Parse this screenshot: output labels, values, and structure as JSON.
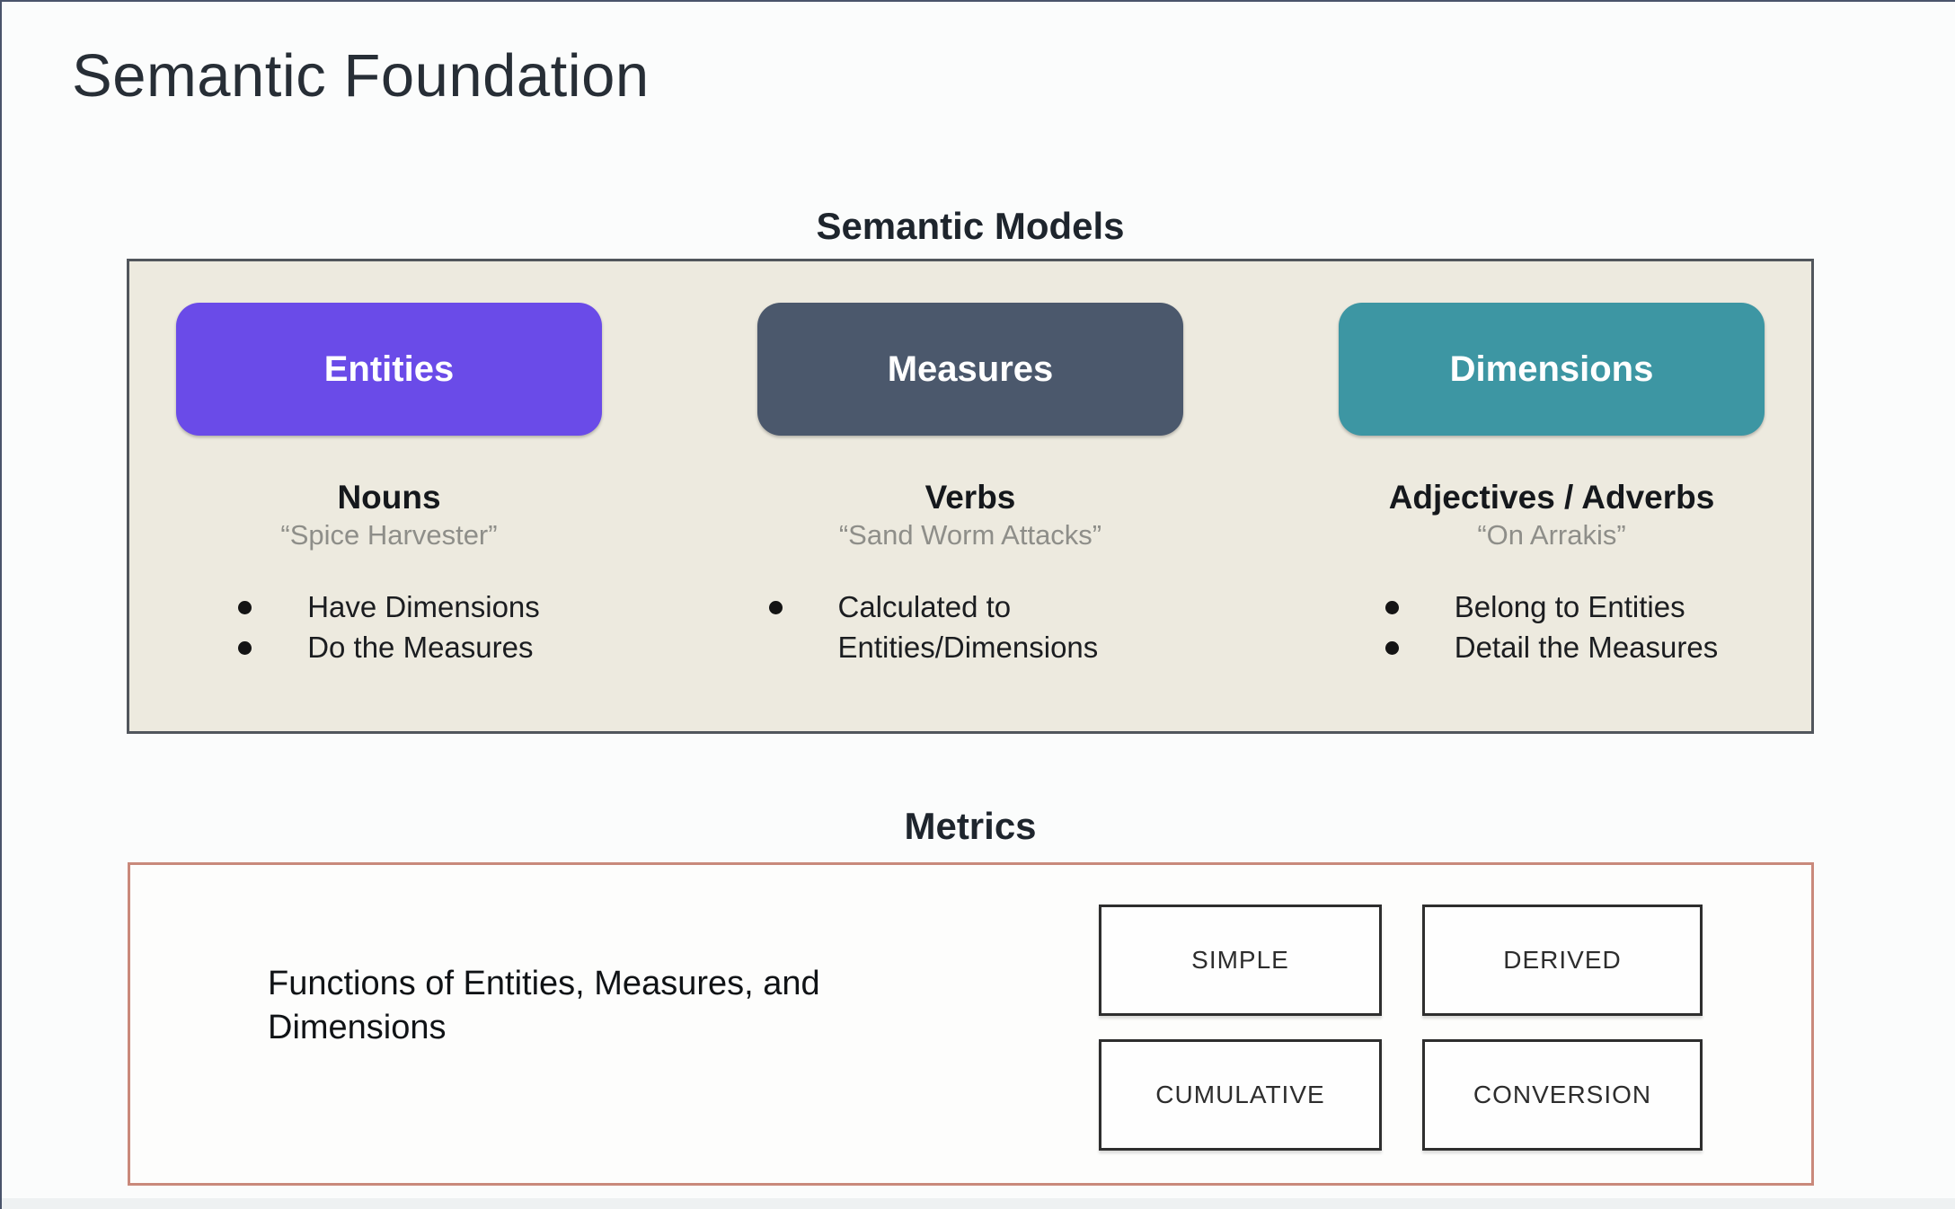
{
  "page": {
    "title": "Semantic Foundation"
  },
  "semantic_models": {
    "title": "Semantic Models",
    "panel_bg": "#edeadf",
    "columns": [
      {
        "button": "Entities",
        "color": "#6a4be8",
        "heading": "Nouns",
        "quote": "“Spice Harvester”",
        "bullets": [
          "Have Dimensions",
          "Do the Measures"
        ]
      },
      {
        "button": "Measures",
        "color": "#4b586c",
        "heading": "Verbs",
        "quote": "“Sand Worm Attacks”",
        "bullets": [
          "Calculated to Entities/Dimensions"
        ]
      },
      {
        "button": "Dimensions",
        "color": "#3d96a3",
        "heading": "Adjectives / Adverbs",
        "quote": "“On Arrakis”",
        "bullets": [
          "Belong to Entities",
          "Detail the Measures"
        ]
      }
    ]
  },
  "metrics": {
    "title": "Metrics",
    "border_color": "#c9897b",
    "description": "Functions of Entities, Measures, and Dimensions",
    "types": [
      "SIMPLE",
      "DERIVED",
      "CUMULATIVE",
      "CONVERSION"
    ]
  }
}
